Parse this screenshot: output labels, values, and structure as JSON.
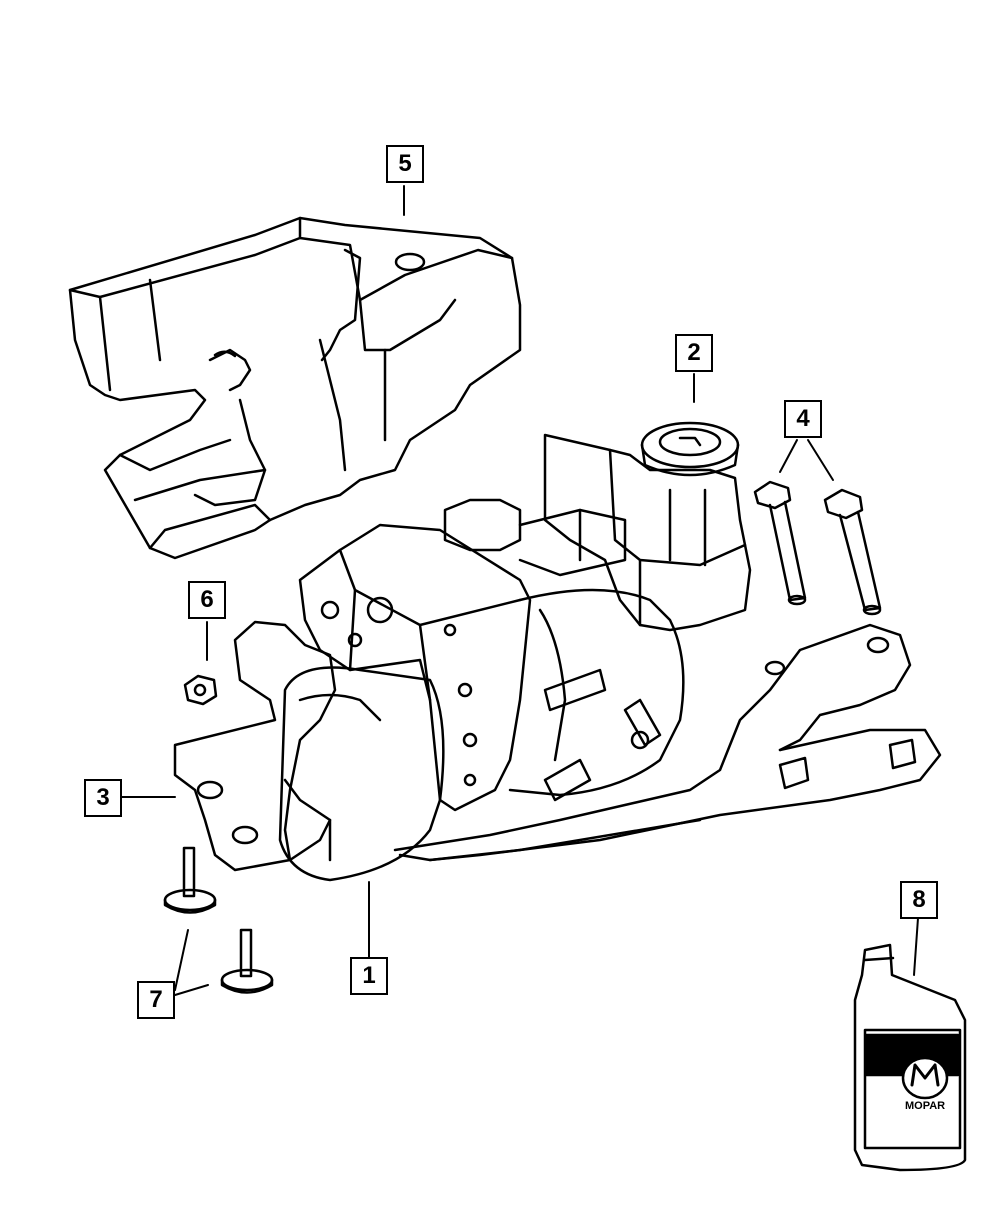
{
  "diagram": {
    "callouts": [
      {
        "id": "c1",
        "label": "1"
      },
      {
        "id": "c2",
        "label": "2"
      },
      {
        "id": "c3",
        "label": "3"
      },
      {
        "id": "c4",
        "label": "4"
      },
      {
        "id": "c5",
        "label": "5"
      },
      {
        "id": "c6",
        "label": "6"
      },
      {
        "id": "c7",
        "label": "7"
      },
      {
        "id": "c8",
        "label": "8"
      }
    ],
    "bottle_brand": "MOPAR",
    "line_color": "#000000",
    "background_color": "#ffffff"
  }
}
